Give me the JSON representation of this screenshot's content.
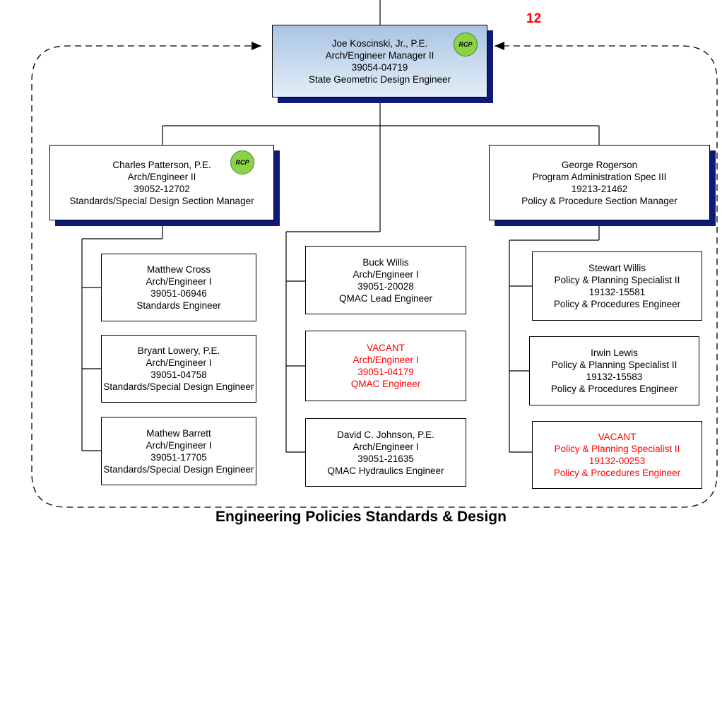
{
  "page_number": "12",
  "footer_title": "Engineering Policies Standards & Design",
  "rcp_label": "RCP",
  "colors": {
    "vacant": "#ff0000",
    "shadow": "#0d1a7a",
    "rcp_badge": "#8cd24a",
    "top_box_gradient": [
      "#a9c4e2",
      "#e4eef8"
    ]
  },
  "top": {
    "name": "Joe Koscinski, Jr., P.E.",
    "title": "Arch/Engineer Manager II",
    "number": "39054-04719",
    "role": "State Geometric Design Engineer"
  },
  "managers": [
    {
      "name": "Charles Patterson, P.E.",
      "title": "Arch/Engineer II",
      "number": "39052-12702",
      "role": "Standards/Special Design Section Manager"
    },
    {
      "name": "George Rogerson",
      "title": "Program Administration Spec III",
      "number": "19213-21462",
      "role": "Policy & Procedure Section Manager"
    }
  ],
  "left_staff": [
    {
      "name": "Matthew Cross",
      "title": "Arch/Engineer I",
      "number": "39051-06946",
      "role": "Standards Engineer"
    },
    {
      "name": "Bryant Lowery, P.E.",
      "title": "Arch/Engineer I",
      "number": "39051-04758",
      "role": "Standards/Special Design Engineer"
    },
    {
      "name": "Mathew Barrett",
      "title": "Arch/Engineer I",
      "number": "39051-17705",
      "role": "Standards/Special Design Engineer"
    }
  ],
  "middle_staff": [
    {
      "name": "Buck Willis",
      "title": "Arch/Engineer I",
      "number": "39051-20028",
      "role": "QMAC Lead Engineer"
    },
    {
      "name": "VACANT",
      "title": "Arch/Engineer I",
      "number": "39051-04179",
      "role": "QMAC Engineer"
    },
    {
      "name": "David C. Johnson, P.E.",
      "title": "Arch/Engineer I",
      "number": "39051-21635",
      "role": "QMAC Hydraulics Engineer"
    }
  ],
  "right_staff": [
    {
      "name": "Stewart Willis",
      "title": "Policy & Planning Specialist II",
      "number": "19132-15581",
      "role": "Policy & Procedures Engineer"
    },
    {
      "name": "Irwin Lewis",
      "title": "Policy & Planning Specialist II",
      "number": "19132-15583",
      "role": "Policy & Procedures Engineer"
    },
    {
      "name": "VACANT",
      "title": "Policy & Planning Specialist II",
      "number": "19132-00253",
      "role": "Policy & Procedures Engineer"
    }
  ]
}
